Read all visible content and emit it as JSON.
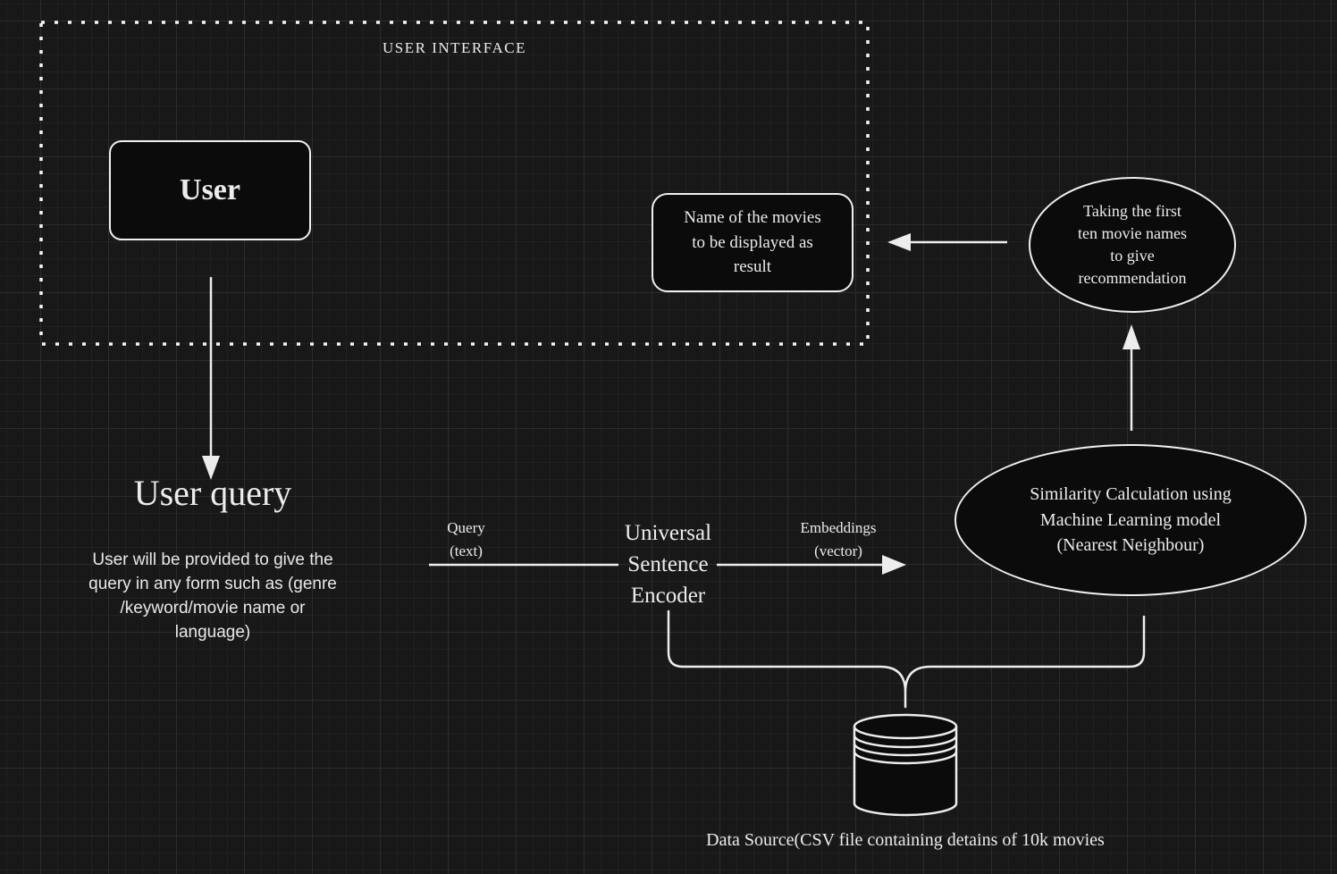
{
  "style": {
    "background": "#181818",
    "grid_minor": "#212121",
    "grid_major": "#2c2c2c",
    "stroke": "#ededed",
    "node_fill": "#0b0b0b",
    "text": "#ececec"
  },
  "ui_group": {
    "label": "USER INTERFACE"
  },
  "nodes": {
    "user": {
      "label": "User"
    },
    "result": {
      "label": "Name of the movies\nto be displayed as\nresult"
    },
    "taking": {
      "label": "Taking the first\nten movie names\nto give\nrecommendation"
    },
    "similarity": {
      "label": "Similarity Calculation using\nMachine Learning model\n(Nearest Neighbour)"
    },
    "encoder": {
      "label": "Universal\nSentence\nEncoder"
    },
    "user_query": {
      "title": "User query",
      "description": "User will be provided to give the\nquery in any form such as (genre\n/keyword/movie name or\nlanguage)"
    },
    "data_source": {
      "caption": "Data Source(CSV file containing detains of 10k movies"
    }
  },
  "edges": {
    "query_label": "Query\n(text)",
    "embeddings_label": "Embeddings\n(vector)"
  }
}
